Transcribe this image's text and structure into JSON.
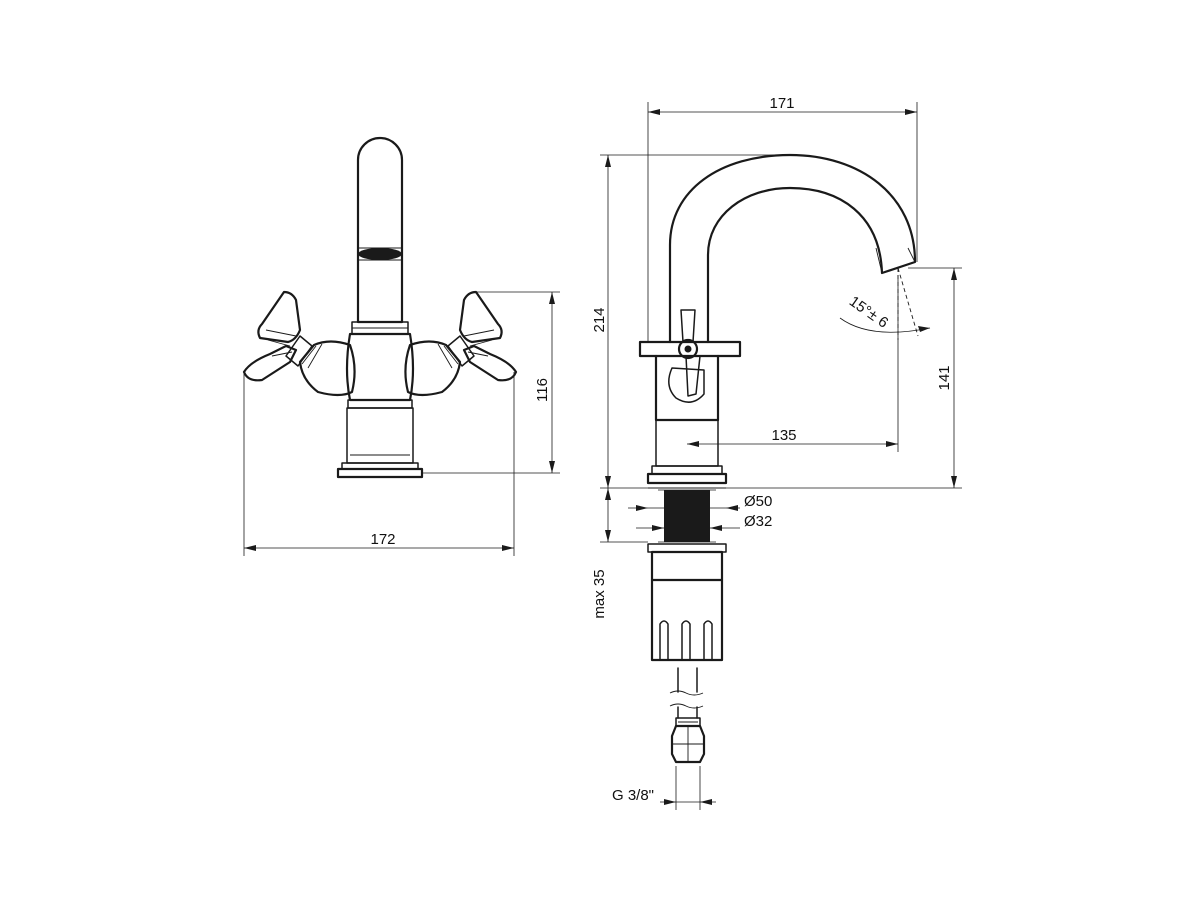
{
  "dimensions": {
    "front_width": "172",
    "front_height": "116",
    "side_depth": "171",
    "side_height": "214",
    "spout_reach": "135",
    "spout_height": "141",
    "angle": "15°± 6",
    "base_diameter": "Ø50",
    "shank_diameter": "Ø32",
    "max_deck": "max 35",
    "connection": "G 3/8\""
  }
}
